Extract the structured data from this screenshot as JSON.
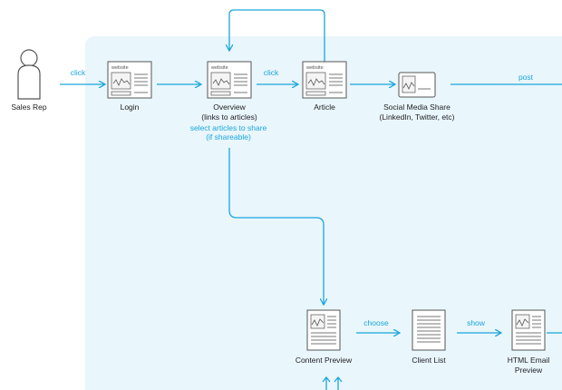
{
  "colors": {
    "accent": "#1aa6dc",
    "panel": "#e9f6fc",
    "ink": "#222222"
  },
  "actor": {
    "label": "Sales Rep",
    "icon": "person-icon"
  },
  "page_tag": "website",
  "nodes": {
    "login": {
      "label": "Login",
      "icon": "website-page-icon"
    },
    "overview": {
      "label": "Overview",
      "sublabel": "(links to articles)",
      "icon": "website-page-icon"
    },
    "article": {
      "label": "Article",
      "icon": "website-page-icon"
    },
    "social": {
      "label": "Social Media Share",
      "sublabel": "(LinkedIn, Twitter, etc)",
      "icon": "share-card-icon"
    },
    "content_preview": {
      "label": "Content Preview",
      "icon": "document-icon"
    },
    "client_list": {
      "label": "Client List",
      "icon": "list-document-icon"
    },
    "html_email": {
      "label": "HTML Email",
      "sublabel": "Preview",
      "icon": "document-icon"
    }
  },
  "edge_labels": {
    "click_login": "click",
    "click_article": "click",
    "select_1": "select articles to share",
    "select_2": "(if shareable)",
    "post": "post",
    "choose": "choose",
    "show": "show"
  }
}
